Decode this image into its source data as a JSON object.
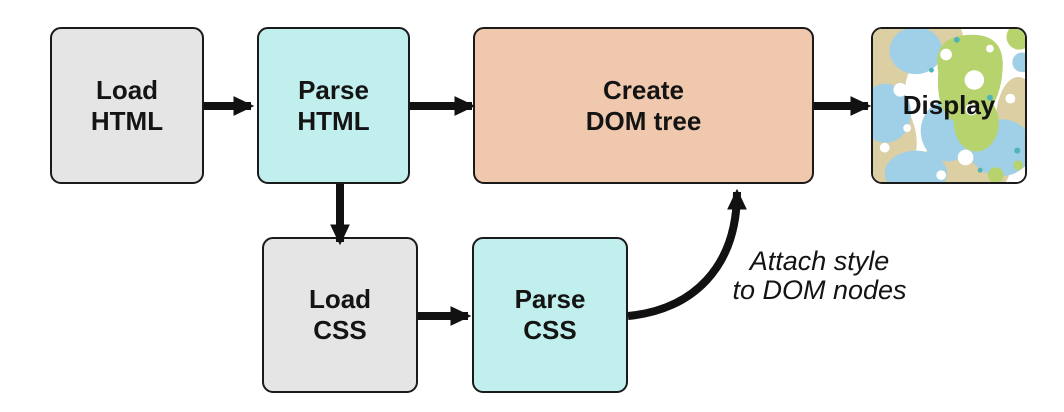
{
  "diagram": {
    "type": "flowchart",
    "nodes": {
      "load_html": {
        "label": "Load\nHTML",
        "fill": "#e6e5e5"
      },
      "parse_html": {
        "label": "Parse\nHTML",
        "fill": "#c1efed"
      },
      "create_dom": {
        "label": "Create\nDOM tree",
        "fill": "#f0c8ae"
      },
      "display": {
        "label": "Display"
      },
      "load_css": {
        "label": "Load\nCSS",
        "fill": "#e6e5e5"
      },
      "parse_css": {
        "label": "Parse\nCSS",
        "fill": "#c1efed"
      }
    },
    "edges": [
      {
        "from": "load_html",
        "to": "parse_html"
      },
      {
        "from": "parse_html",
        "to": "create_dom"
      },
      {
        "from": "create_dom",
        "to": "display"
      },
      {
        "from": "parse_html",
        "to": "load_css"
      },
      {
        "from": "load_css",
        "to": "parse_css"
      },
      {
        "from": "parse_css",
        "to": "create_dom",
        "label": "Attach style\nto DOM nodes"
      }
    ],
    "annotation": "Attach style\nto DOM nodes",
    "colors": {
      "border": "#1a1a1a",
      "arrow": "#111111",
      "text": "#141414",
      "node_gray": "#e6e5e5",
      "node_cyan": "#c1efed",
      "node_peach": "#f0c8ae",
      "display_tan": "#dbcfa3",
      "display_blue": "#a0cfe8",
      "display_green": "#b6d36d",
      "display_teal_dot": "#4fb3ba",
      "display_white": "#ffffff"
    }
  }
}
